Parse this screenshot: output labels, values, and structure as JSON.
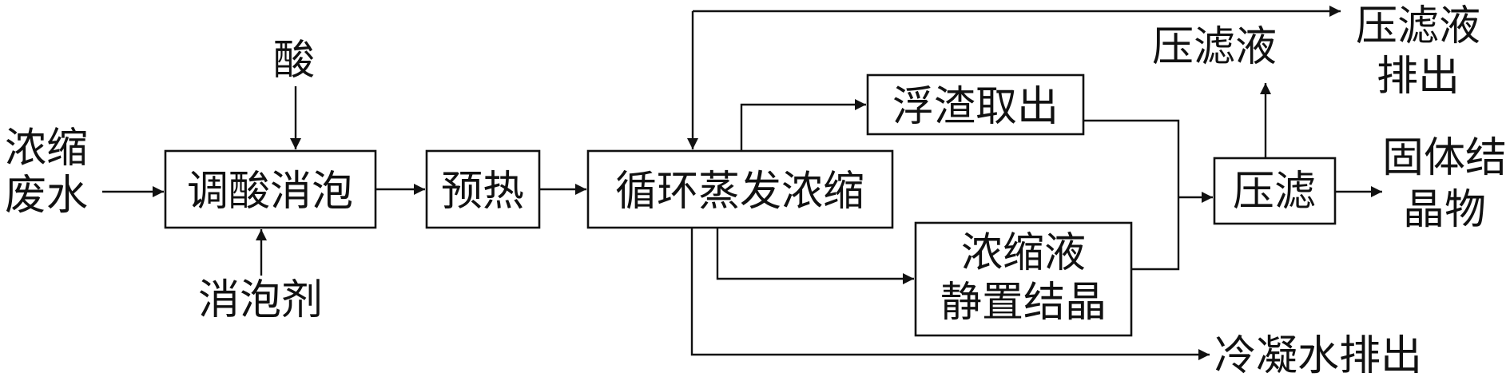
{
  "diagram": {
    "inputs": {
      "wastewater": [
        "浓缩",
        "废水"
      ],
      "acid": "酸",
      "defoamer": "消泡剂"
    },
    "steps": {
      "acid_defoam": "调酸消泡",
      "preheat": "预热",
      "evaporation": "循环蒸发浓缩",
      "scum_removal": "浮渣取出",
      "crystallization": [
        "浓缩液",
        "静置结晶"
      ],
      "filter_press": "压滤"
    },
    "outputs": {
      "filtrate": "压滤液",
      "filtrate_discharge": [
        "压滤液",
        "排出"
      ],
      "solid_crystals": [
        "固体结",
        "晶物"
      ],
      "condensate_discharge": "冷凝水排出"
    }
  }
}
